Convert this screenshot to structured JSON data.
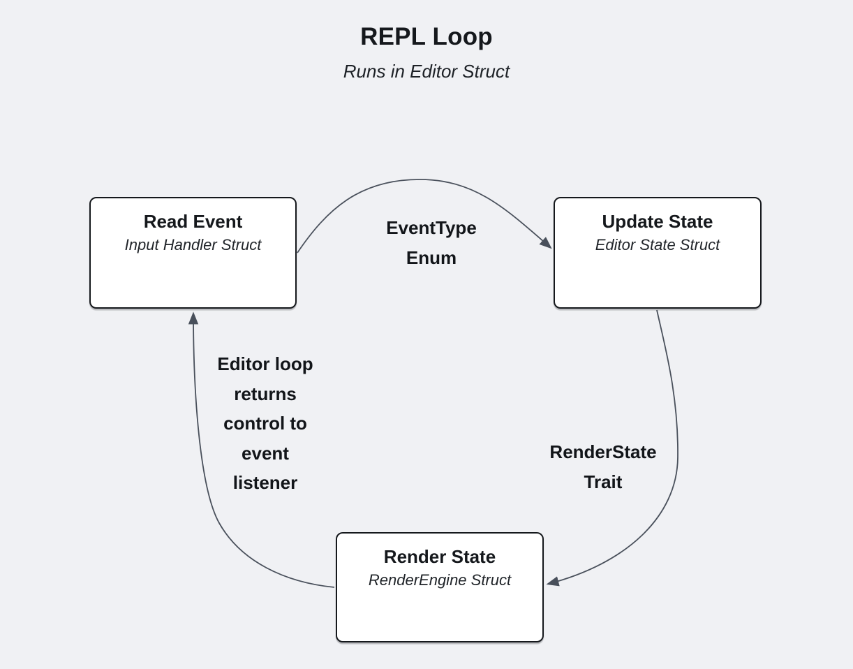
{
  "title": "REPL Loop",
  "subtitle": "Runs in Editor Struct",
  "colors": {
    "background": "#f0f1f4",
    "node_background": "#ffffff",
    "node_border": "#15181c",
    "arrow": "#49505b",
    "text": "#15181c"
  },
  "nodes": [
    {
      "id": "read-event",
      "title": "Read Event",
      "subtitle": "Input Handler Struct"
    },
    {
      "id": "update-state",
      "title": "Update State",
      "subtitle": "Editor State Struct"
    },
    {
      "id": "render-state",
      "title": "Render State",
      "subtitle": "RenderEngine Struct"
    }
  ],
  "edges": [
    {
      "from": "read-event",
      "to": "update-state",
      "label": "EventType\nEnum"
    },
    {
      "from": "update-state",
      "to": "render-state",
      "label": "RenderState\nTrait"
    },
    {
      "from": "render-state",
      "to": "read-event",
      "label": "Editor loop\nreturns\ncontrol to\nevent\nlistener"
    }
  ]
}
